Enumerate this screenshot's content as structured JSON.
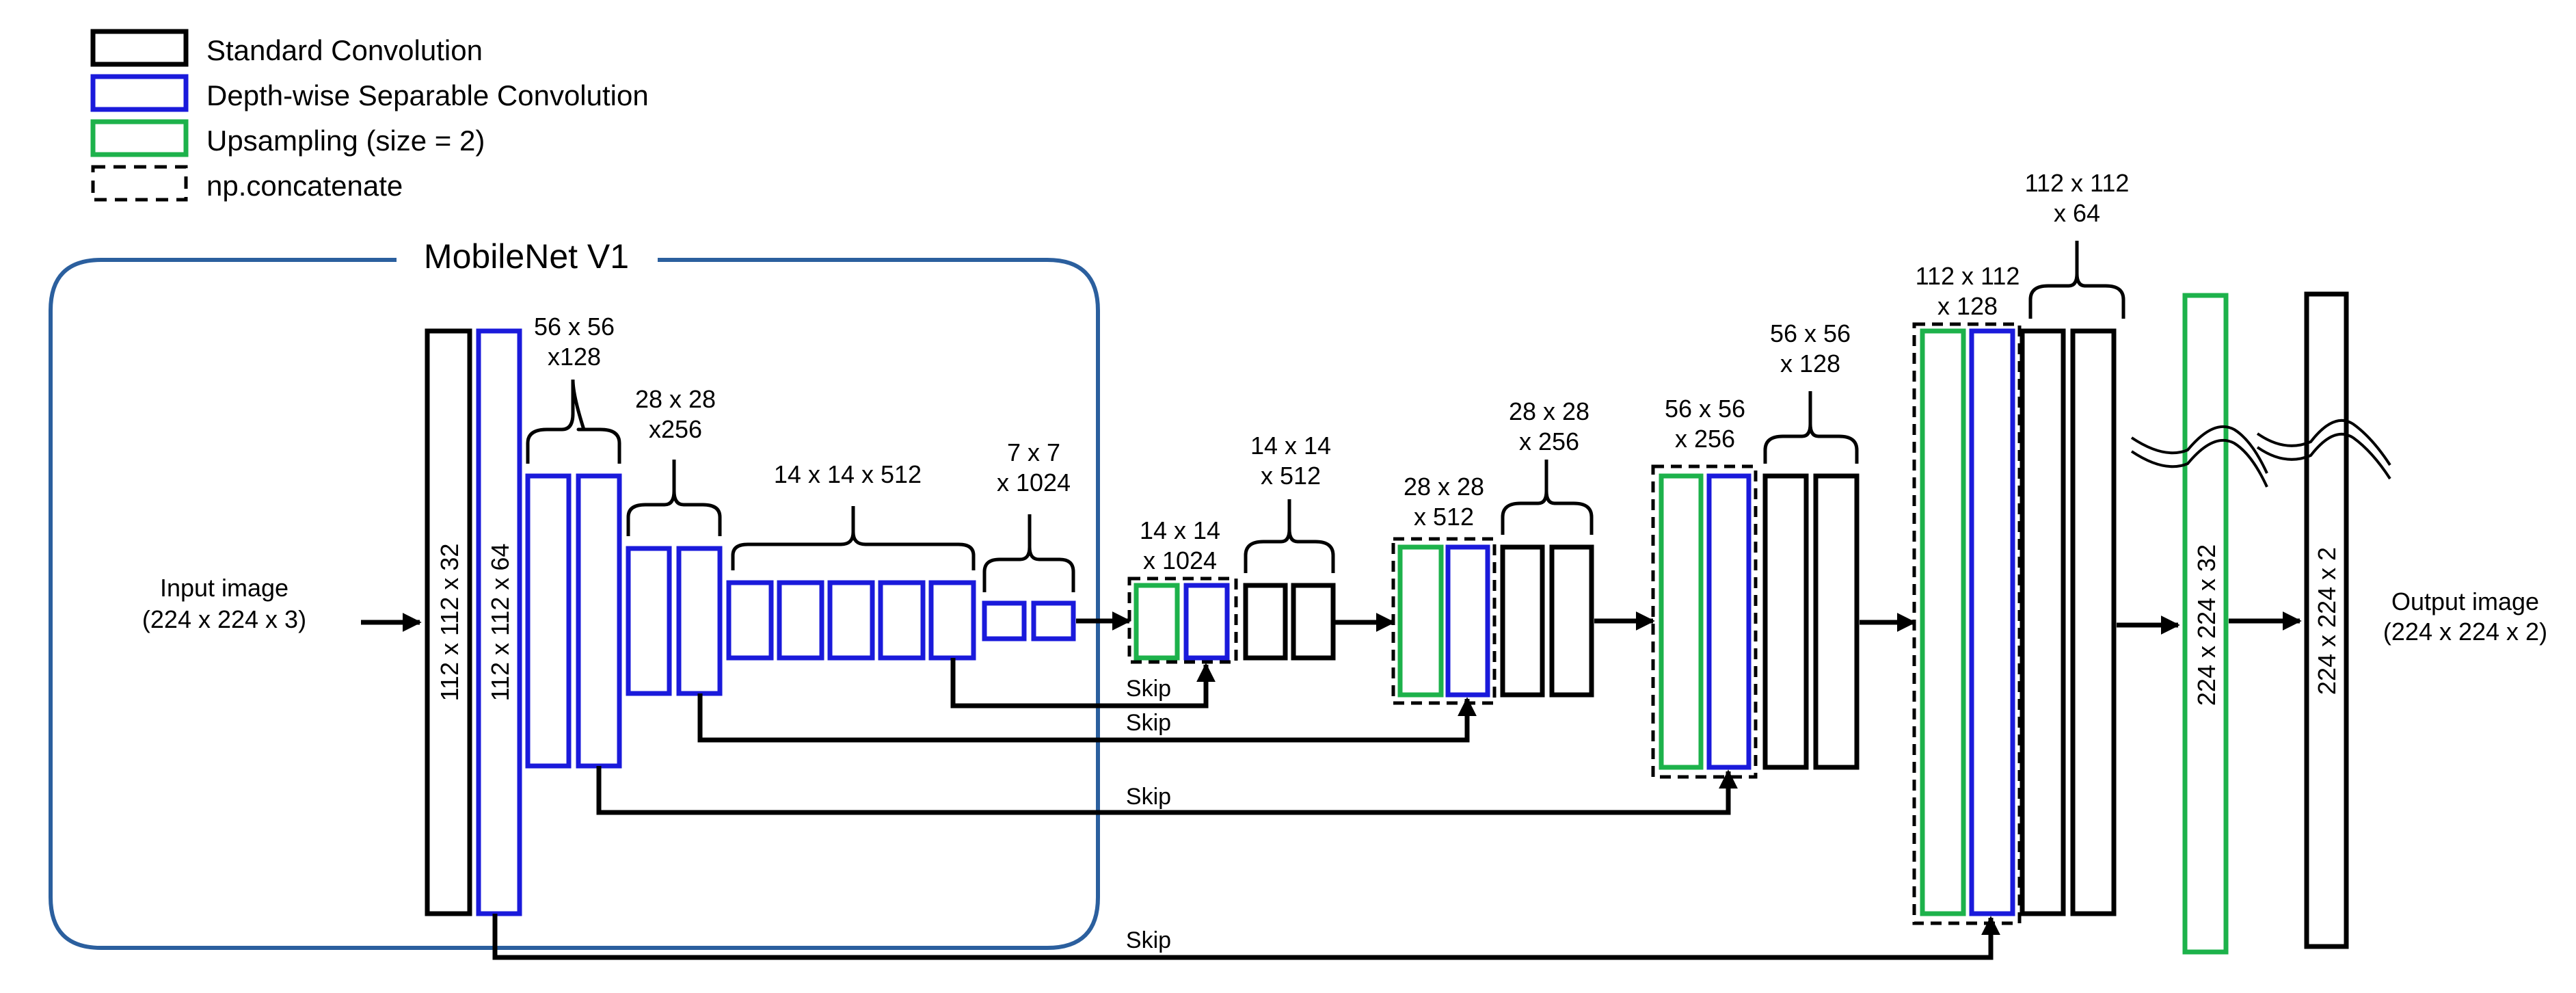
{
  "legend": [
    {
      "label": "Standard Convolution",
      "style": "standard"
    },
    {
      "label": "Depth-wise Separable Convolution",
      "style": "depthwise"
    },
    {
      "label": "Upsampling (size = 2)",
      "style": "upsampling"
    },
    {
      "label": "np.concatenate",
      "style": "concat"
    }
  ],
  "colors": {
    "standard": "#000000",
    "depthwise": "#1a1adb",
    "upsampling": "#1db24b",
    "concat": "#000000",
    "mobilenet_border": "#2b5f9e",
    "arrow": "#000000"
  },
  "mobilenet": {
    "title": "MobileNet V1"
  },
  "input": {
    "line1": "Input image",
    "line2": "(224 x 224 x 3)"
  },
  "output": {
    "line1": "Output image",
    "line2": "(224 x 224 x 2)"
  },
  "block_labels": {
    "std_112x32": "112 x 112 x 32",
    "dw_112x64": "112 x 112 x 64",
    "up_224x32": "224 x 224 x 32",
    "out_224x2": "224 x 224 x 2"
  },
  "shape_labels": {
    "enc_56": [
      "56 x 56",
      "x128"
    ],
    "enc_28": [
      "28 x 28",
      "x256"
    ],
    "enc_14": [
      "14 x 14 x 512"
    ],
    "enc_7": [
      "7 x 7",
      "x 1024"
    ],
    "cat_14": [
      "14 x 14",
      "x 1024"
    ],
    "dec_14": [
      "14 x 14",
      "x 512"
    ],
    "cat_28": [
      "28 x 28",
      "x 512"
    ],
    "dec_28": [
      "28 x 28",
      "x 256"
    ],
    "cat_56": [
      "56 x 56",
      "x 256"
    ],
    "dec_56": [
      "56 x 56",
      "x 128"
    ],
    "cat_112": [
      "112 x 112",
      "x 128"
    ],
    "dec_112": [
      "112 x 112",
      "x 64"
    ]
  },
  "skip_labels": [
    "Skip",
    "Skip",
    "Skip",
    "Skip"
  ]
}
